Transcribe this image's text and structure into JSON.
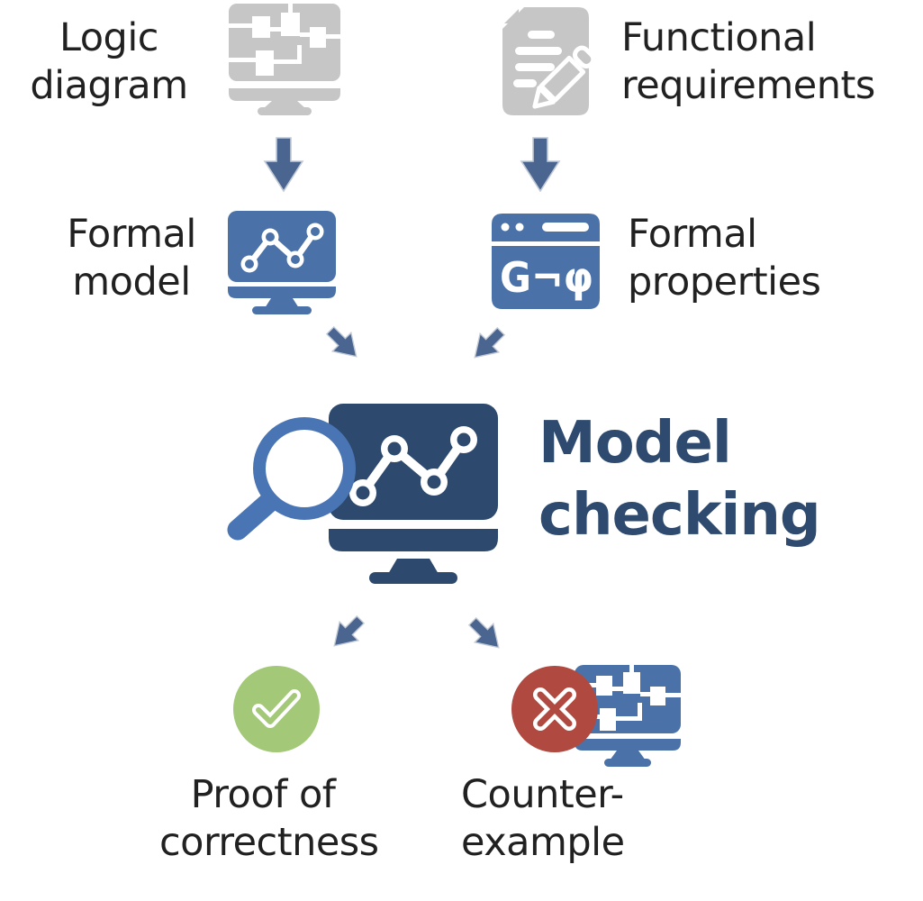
{
  "diagram_title": "Model checking",
  "nodes": {
    "logic_diagram": {
      "line1": "Logic",
      "line2": "diagram",
      "icon": "monitor-circuit-icon",
      "icon_color": "#c6c6c6"
    },
    "functional_requirements": {
      "line1": "Functional",
      "line2": "requirements",
      "icon": "document-pencil-icon",
      "icon_color": "#c6c6c6"
    },
    "formal_model": {
      "line1": "Formal",
      "line2": "model",
      "icon": "monitor-graph-icon",
      "icon_color": "#4a72a8"
    },
    "formal_properties": {
      "line1": "Formal",
      "line2": "properties",
      "icon": "browser-formula-icon",
      "icon_color": "#4a72a8",
      "formula": "G¬φ"
    },
    "model_checking": {
      "line1": "Model",
      "line2": "checking",
      "icon": "magnifier-monitor-icon",
      "icon_color": "#2d4a6e"
    },
    "proof_of_correctness": {
      "line1": "Proof of",
      "line2": "correctness",
      "icon": "check-circle-icon",
      "icon_color": "#a2c878"
    },
    "counter_example": {
      "line1": "Counter-",
      "line2": "example",
      "icon": "cross-circle-monitor-icon",
      "icon_color": "#b0493f"
    }
  },
  "arrows": [
    {
      "from": "logic_diagram",
      "to": "formal_model",
      "direction": "down"
    },
    {
      "from": "functional_requirements",
      "to": "formal_properties",
      "direction": "down"
    },
    {
      "from": "formal_model",
      "to": "model_checking",
      "direction": "down-right"
    },
    {
      "from": "formal_properties",
      "to": "model_checking",
      "direction": "down-left"
    },
    {
      "from": "model_checking",
      "to": "proof_of_correctness",
      "direction": "down-left"
    },
    {
      "from": "model_checking",
      "to": "counter_example",
      "direction": "down-right"
    }
  ],
  "colors": {
    "icon_gray": "#c6c6c6",
    "icon_blue": "#4a72a8",
    "icon_navy": "#2d4a6e",
    "magnifier_blue": "#4a75b5",
    "arrow_fill": "#4a6590",
    "arrow_stroke": "#c2cad6",
    "success_green": "#a2c878",
    "error_red": "#b0493f",
    "title_navy": "#2e4a6e",
    "label_text": "#212121",
    "background": "#ffffff"
  }
}
